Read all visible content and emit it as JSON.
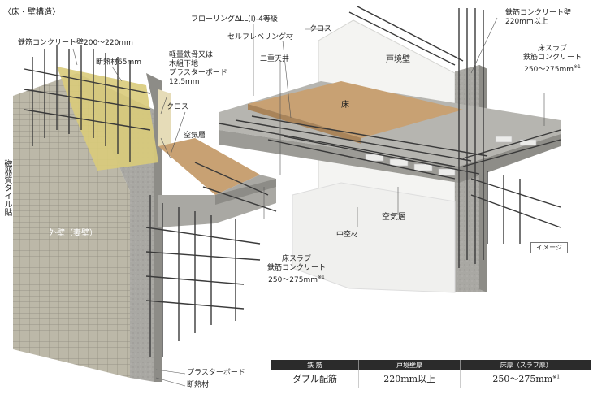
{
  "section_title": "〈床・壁構造〉",
  "labels": {
    "wall_concrete": "鉄筋コンクリート壁200～220mm",
    "insulation_65": "断熱材65mm",
    "light_steel": [
      "軽量鉄骨又は",
      "木組下地",
      "プラスターボード",
      "12.5mm"
    ],
    "cloth_left": "クロス",
    "air_layer_left": "空気層",
    "tile": "磁器質タイル貼",
    "outer_wall": "外壁（妻壁）",
    "flooring": "フローリングΔLL(I)-4等級",
    "self_leveling": "セルフレベリング材",
    "cloth_top": "クロス",
    "double_ceiling": "二重天井",
    "partition_wall_room": "戸境壁",
    "floor": "床",
    "rc_wall_right": [
      "鉄筋コンクリート壁",
      "220mm以上"
    ],
    "slab_right": [
      "床スラブ",
      "鉄筋コンクリート",
      "250～275mm"
    ],
    "slab_left": [
      "床スラブ",
      "鉄筋コンクリート",
      "250～275mm"
    ],
    "note_mark": "※1",
    "air_layer_mid": "空気層",
    "hollow": "中空材",
    "image_badge": "イメージ",
    "plasterboard_bottom": "プラスターボード",
    "insulation_bottom": "断熱材"
  },
  "spec_table": {
    "headers": [
      "鉄 筋",
      "戸境壁厚",
      "床厚（スラブ厚）"
    ],
    "row": [
      "ダブル配筋",
      "220mm以上",
      "250～275mm"
    ],
    "note_mark": "※1"
  },
  "colors": {
    "concrete": "#a8a7a2",
    "concrete_dark": "#8d8c87",
    "tile": "#b9b5a6",
    "wood": "#c8a173",
    "insulation": "#d9cb7a",
    "rebar": "#3a3a3a"
  }
}
